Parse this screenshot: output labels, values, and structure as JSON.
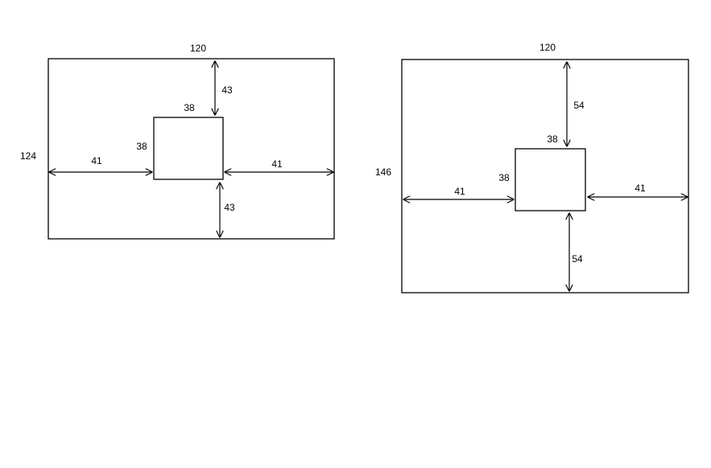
{
  "diagrams": [
    {
      "outer_width_label": "120",
      "outer_height_label": "124",
      "inner_width_label": "38",
      "inner_height_label": "38",
      "top_gap_label": "43",
      "bottom_gap_label": "43",
      "left_gap_label": "41",
      "right_gap_label": "41"
    },
    {
      "outer_width_label": "120",
      "outer_height_label": "146",
      "inner_width_label": "38",
      "inner_height_label": "38",
      "top_gap_label": "54",
      "bottom_gap_label": "54",
      "left_gap_label": "41",
      "right_gap_label": "41"
    }
  ],
  "colors": {
    "line": "#000000",
    "background": "#ffffff"
  }
}
